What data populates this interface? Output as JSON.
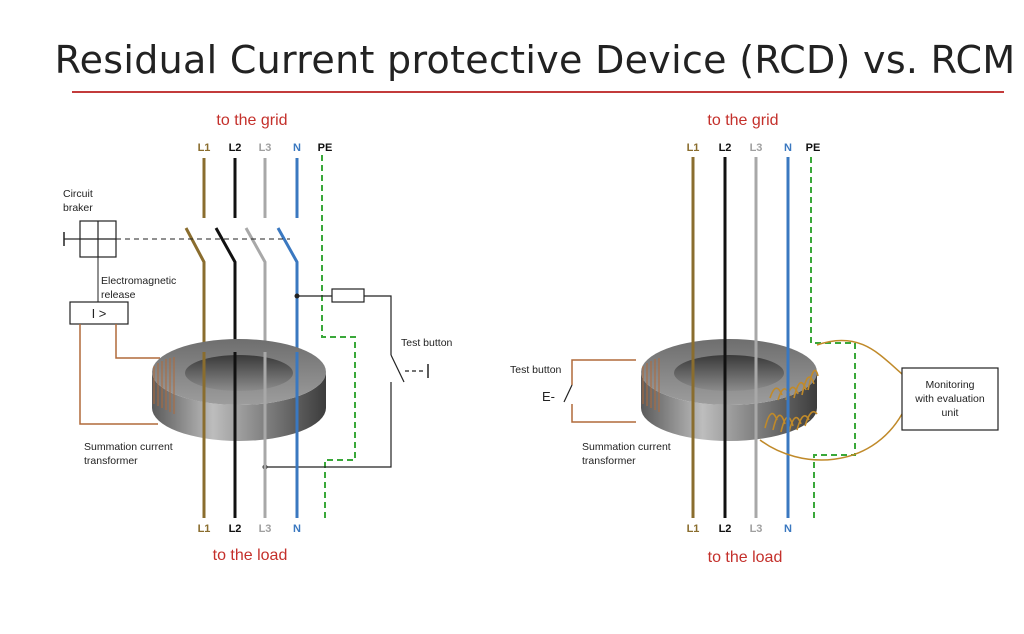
{
  "title": "Residual Current protective Device (RCD) vs. RCM",
  "colors": {
    "title_rule": "#c33b3b",
    "grid_text": "#c4302b",
    "L1": "#8a6d2e",
    "L2": "#111111",
    "L3": "#a8a8a8",
    "N": "#3a78c0",
    "PE": "#3aa83a",
    "coil": "#c08a2a",
    "circuit_wire": "#b06a3a"
  },
  "rcd": {
    "top_label": "to the grid",
    "bottom_label": "to the load",
    "conductors": [
      "L1",
      "L2",
      "L3",
      "N",
      "PE"
    ],
    "bottom_conductors": [
      "L1",
      "L2",
      "L3",
      "N"
    ],
    "circuit_breaker_label_1": "Circuit",
    "circuit_breaker_label_2": "braker",
    "em_release_label_1": "Electromagnetic",
    "em_release_label_2": "release",
    "release_box_text": "I >",
    "test_button_label": "Test button",
    "transformer_label_1": "Summation current",
    "transformer_label_2": "transformer"
  },
  "rcm": {
    "top_label": "to the grid",
    "bottom_label": "to the load",
    "conductors": [
      "L1",
      "L2",
      "L3",
      "N",
      "PE"
    ],
    "bottom_conductors": [
      "L1",
      "L2",
      "L3",
      "N"
    ],
    "test_button_label": "Test button",
    "test_button_symbol": "E-",
    "transformer_label_1": "Summation current",
    "transformer_label_2": "transformer",
    "monitoring_label_1": "Monitoring",
    "monitoring_label_2": "with evaluation",
    "monitoring_label_3": "unit"
  }
}
